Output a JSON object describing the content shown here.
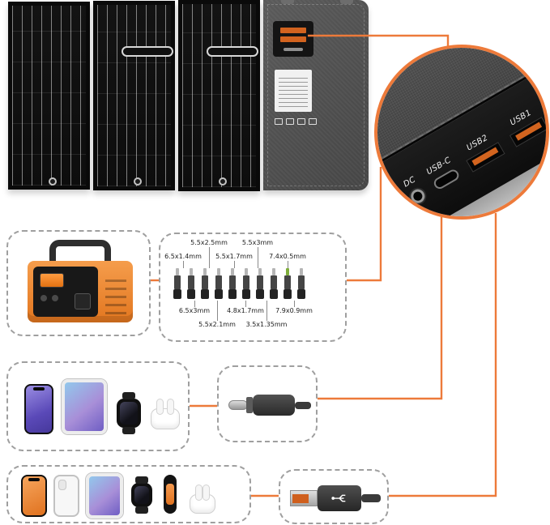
{
  "colors": {
    "accent_orange": "#ED7A3A",
    "usb_tongue_orange": "#D2641F",
    "panel_black": "#131313",
    "junction_gray": "#4F4F4F"
  },
  "callout": {
    "ports": [
      {
        "label": "DC",
        "type": "dc-barrel-socket"
      },
      {
        "label": "USB-C",
        "type": "usb-c-port"
      },
      {
        "label": "USB2",
        "type": "usb-a-port"
      },
      {
        "label": "USB1",
        "type": "usb-a-port"
      }
    ]
  },
  "adapter_kit": {
    "labels_top": [
      "6.5x1.4mm",
      "5.5x2.5mm",
      "5.5x1.7mm",
      "5.5x3mm",
      "7.4x0.5mm"
    ],
    "labels_bottom": [
      "6.5x3mm",
      "5.5x2.1mm",
      "4.8x1.7mm",
      "3.5x1.35mm",
      "7.9x0.9mm"
    ],
    "tip_count": 10
  },
  "groups": {
    "dc_devices": [
      "portable-power-station"
    ],
    "usb_c_devices": [
      "smartphone",
      "tablet",
      "smartwatch",
      "earbuds"
    ],
    "usb_a_devices": [
      "smartphone",
      "smartphone",
      "tablet",
      "smartwatch",
      "fitness-band",
      "earbuds"
    ]
  },
  "cables": [
    "usb-c-connector",
    "usb-a-connector"
  ],
  "connections": [
    {
      "from": "solar-panel-ports",
      "to": "port-closeup-callout"
    },
    {
      "from": "adapter-kit",
      "to": "DC"
    },
    {
      "from": "power-station",
      "to": "adapter-kit"
    },
    {
      "from": "usb-c-cable",
      "to": "USB-C"
    },
    {
      "from": "devices-group-1",
      "to": "usb-c-cable"
    },
    {
      "from": "usb-a-cable",
      "to": "USB1"
    },
    {
      "from": "devices-group-2",
      "to": "usb-a-cable"
    }
  ]
}
